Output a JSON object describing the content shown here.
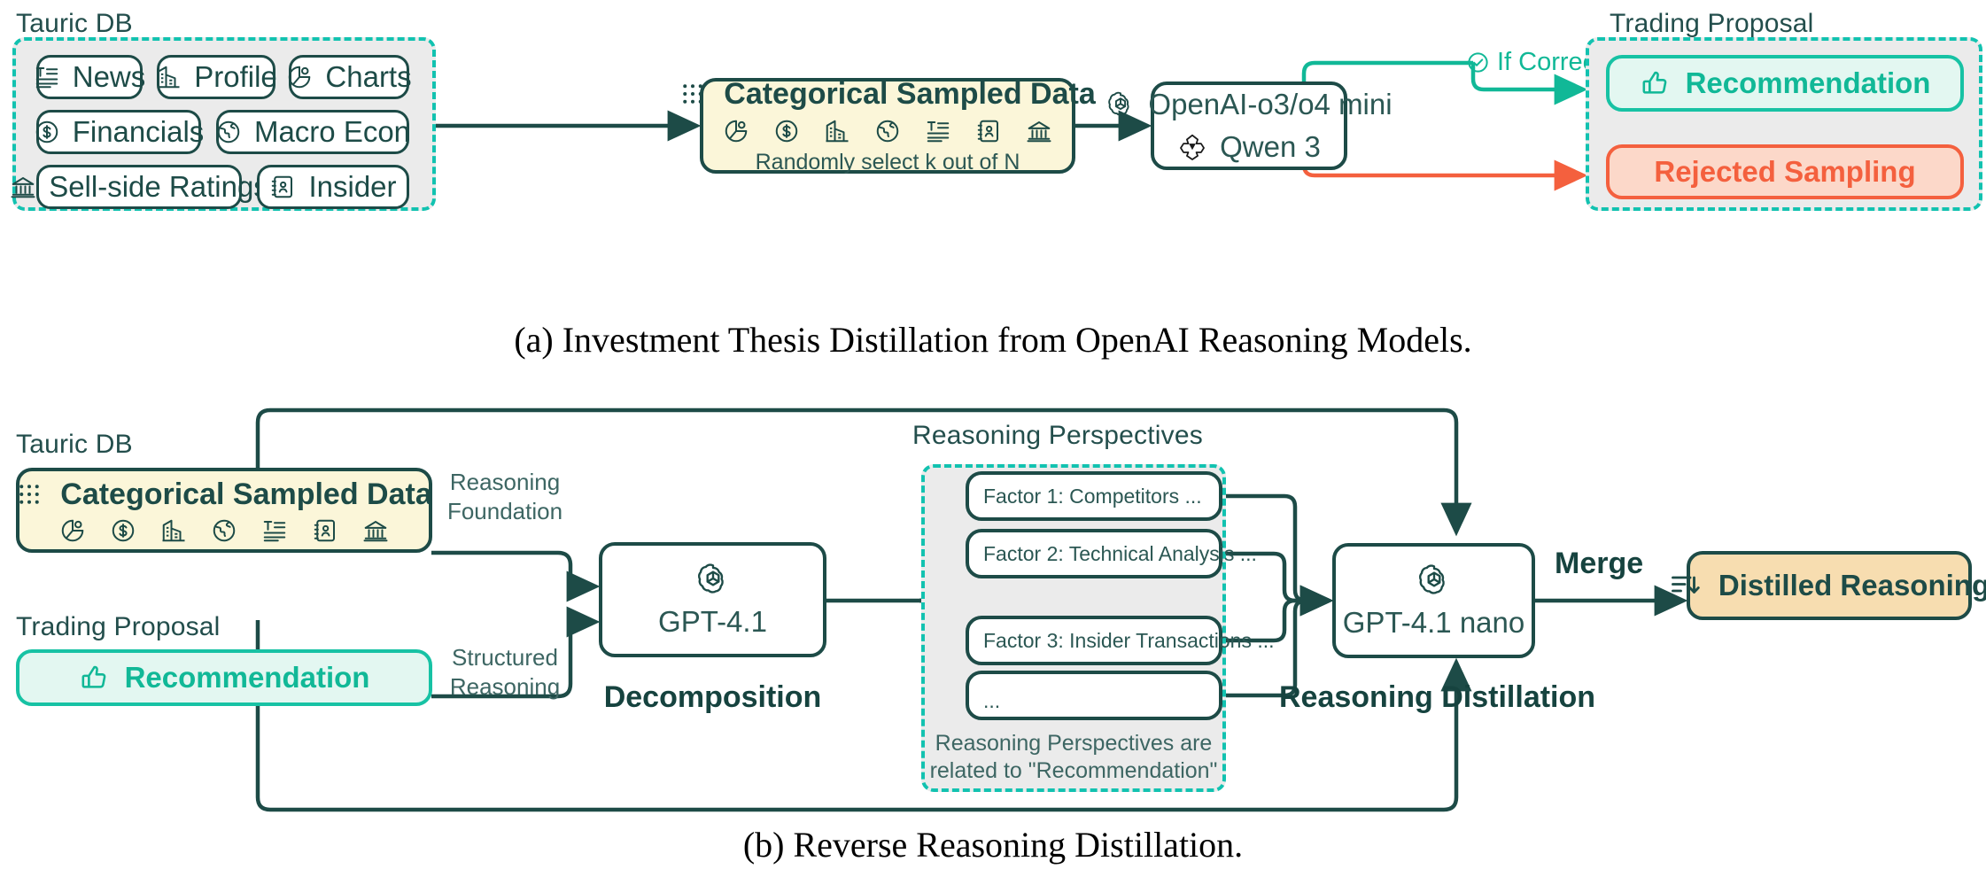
{
  "figure": {
    "panel_a_caption": "(a) Investment Thesis Distillation from OpenAI Reasoning Models.",
    "panel_b_caption": "(b) Reverse Reasoning Distillation."
  },
  "colors": {
    "dark_teal": "#1d4b47",
    "teal_dashed": "#12c2b0",
    "accent_green": "#17c2a4",
    "accent_red": "#f4603e",
    "yellow_fill": "#fbf6d9",
    "tan_fill": "#f7ddb0",
    "group_fill": "#ebebeb"
  },
  "panel_a": {
    "db_group": {
      "label": "Tauric DB",
      "items": [
        {
          "label": "News",
          "icon": "text-lines-icon"
        },
        {
          "label": "Profile",
          "icon": "building-icon"
        },
        {
          "label": "Charts",
          "icon": "pie-chart-icon"
        },
        {
          "label": "Financials",
          "icon": "dollar-circle-icon"
        },
        {
          "label": "Macro Econ",
          "icon": "globe-icon"
        },
        {
          "label": "Sell-side Ratings",
          "icon": "bank-icon"
        },
        {
          "label": "Insider",
          "icon": "contact-card-icon"
        }
      ]
    },
    "sampler": {
      "title": "Categorical Sampled Data",
      "subtitle": "Randomly select k out of N",
      "grid_icon": "dot-grid-icon",
      "icons": [
        "pie-chart-icon",
        "dollar-circle-icon",
        "building-icon",
        "globe-icon",
        "text-lines-icon",
        "contact-card-icon",
        "bank-icon"
      ]
    },
    "models": [
      {
        "label": "OpenAI-o3/o4 mini",
        "icon": "openai-icon"
      },
      {
        "label": "Qwen 3",
        "icon": "qwen-icon"
      }
    ],
    "branch_correct_label": "If Correct",
    "branch_correct_icon": "check-circle-icon",
    "proposal_group": {
      "label": "Trading Proposal",
      "accept": {
        "label": "Recommendation",
        "icon": "thumbs-up-icon"
      },
      "reject": {
        "label": "Rejected Sampling"
      }
    }
  },
  "panel_b": {
    "db_label": "Tauric DB",
    "sampler": {
      "title": "Categorical Sampled Data",
      "grid_icon": "dot-grid-icon",
      "icons": [
        "pie-chart-icon",
        "dollar-circle-icon",
        "building-icon",
        "globe-icon",
        "text-lines-icon",
        "contact-card-icon",
        "bank-icon"
      ]
    },
    "proposal_label": "Trading Proposal",
    "recommendation": {
      "label": "Recommendation",
      "icon": "thumbs-up-icon"
    },
    "edge_labels": {
      "reasoning_foundation": "Reasoning\nFoundation",
      "structured_reasoning": "Structured\nReasoning",
      "merge": "Merge"
    },
    "decomposition": {
      "model": "GPT-4.1",
      "icon": "openai-icon",
      "stage": "Decomposition"
    },
    "perspectives": {
      "label": "Reasoning Perspectives",
      "factors": [
        "Factor 1: Competitors ...",
        "Factor 2: Technical Analysis ...",
        "Factor 3: Insider Transactions ...",
        "..."
      ],
      "note": "Reasoning Perspectives are\nrelated to \"Recommendation\""
    },
    "distillation": {
      "model": "GPT-4.1 nano",
      "icon": "openai-icon",
      "stage": "Reasoning Distillation"
    },
    "output": {
      "label": "Distilled Reasoning",
      "icon": "list-down-icon"
    }
  }
}
